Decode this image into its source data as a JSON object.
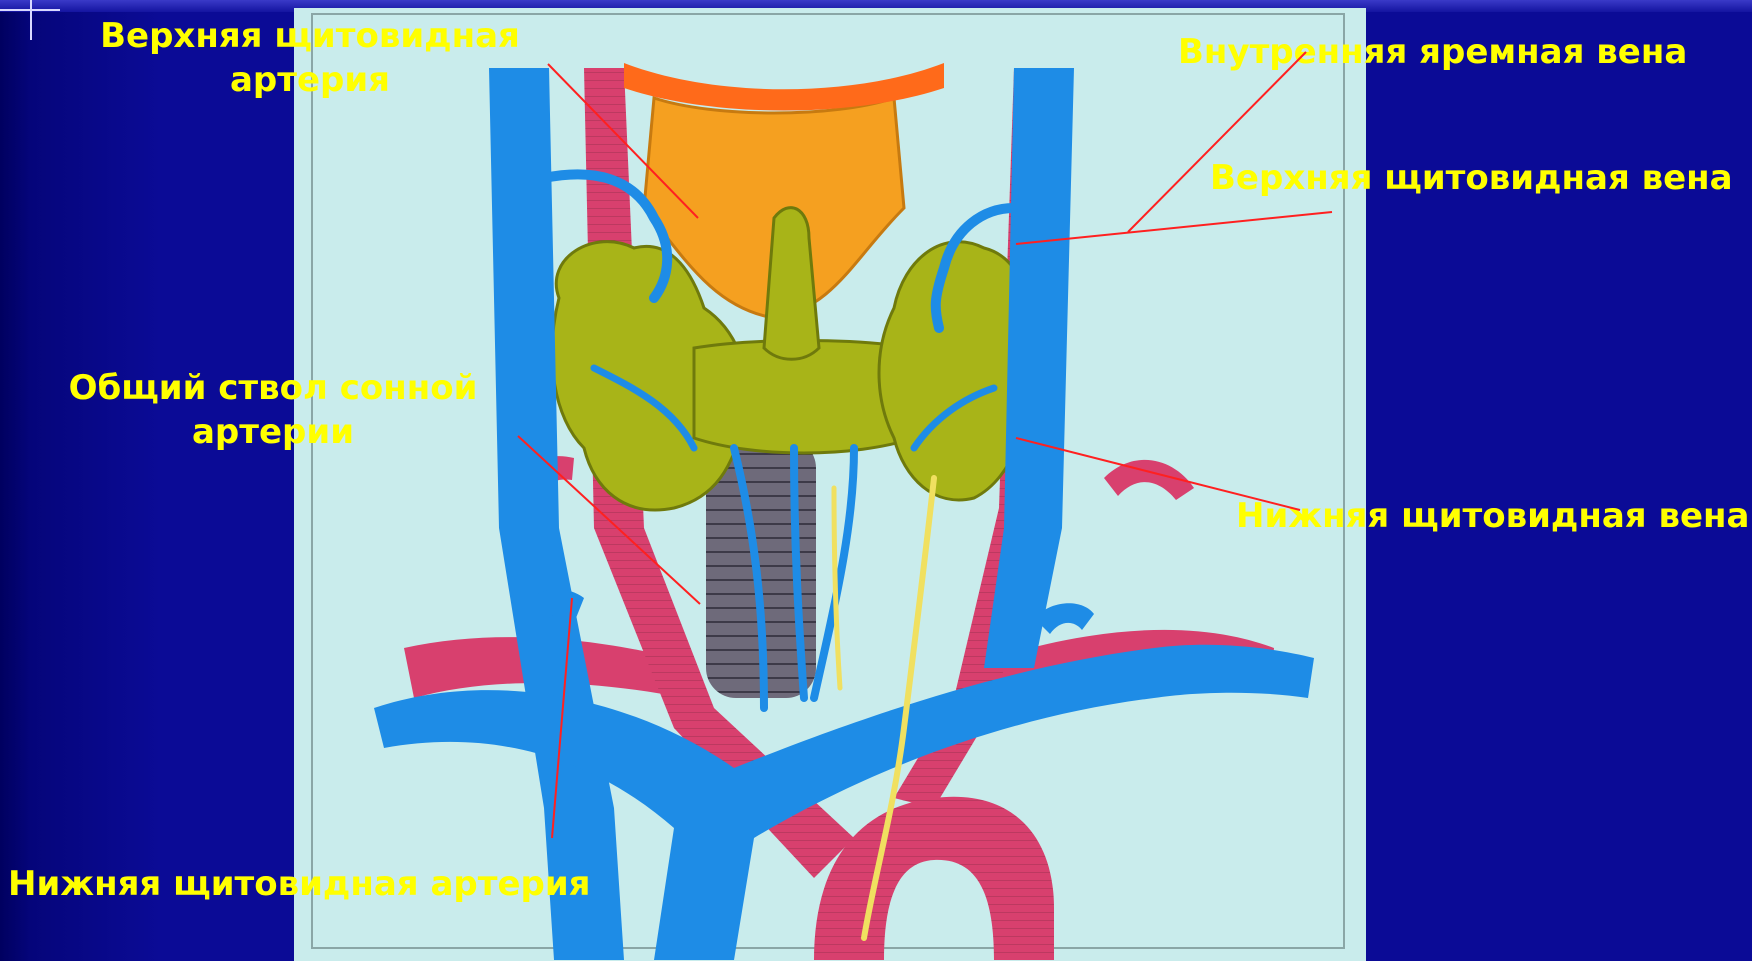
{
  "slide": {
    "background_color": "#0b0b96",
    "label_color": "#ffff00",
    "leader_color": "#ff2020"
  },
  "labels": {
    "sup_thyroid_artery": [
      "Верхняя щитовидная",
      "артерия"
    ],
    "int_jugular_vein": "Внутренняя яремная вена",
    "sup_thyroid_vein": "Верхняя щитовидная вена",
    "common_carotid": [
      "Общий ствол сонной",
      "артерии"
    ],
    "inf_thyroid_vein": "Нижняя щитовидная вена",
    "inf_thyroid_artery": "Нижняя щитовидная артерия"
  },
  "illustration": {
    "colors": {
      "panel": "#c9ecec",
      "vein": "#1e8ce6",
      "artery": "#d8406e",
      "gland": "#a8b418",
      "cartilage": "#f5a020",
      "trachea": "#6e6a7a",
      "nerve": "#f0e060"
    }
  }
}
